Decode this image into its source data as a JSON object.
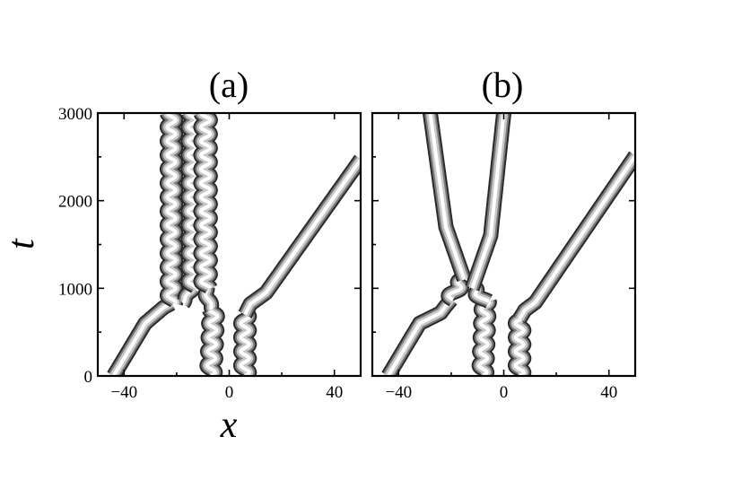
{
  "chart_data": [
    {
      "type": "line",
      "panel_label": "(a)",
      "xlabel": "x",
      "ylabel": "t",
      "xlim": [
        -50,
        50
      ],
      "ylim": [
        0,
        3000
      ],
      "x_ticks": [
        -40,
        0,
        40
      ],
      "x_tick_labels": [
        "−40",
        "0",
        "40"
      ],
      "y_ticks": [
        0,
        1000,
        2000,
        3000
      ],
      "y_tick_labels": [
        "0",
        "1000",
        "2000",
        "3000"
      ],
      "grid": false,
      "series": [
        {
          "x": [
            -44,
            -32,
            -25,
            -22
          ],
          "t": [
            0,
            600,
            780,
            830
          ],
          "amplitude": 0,
          "period": 200
        },
        {
          "x": [
            -22,
            -22
          ],
          "t": [
            830,
            3000
          ],
          "amplitude": 1.6,
          "period": 160
        },
        {
          "x": [
            -18,
            -14
          ],
          "t": [
            830,
            1000
          ],
          "amplitude": 0.5,
          "period": 160
        },
        {
          "x": [
            -14,
            -14
          ],
          "t": [
            1000,
            3000
          ],
          "amplitude": 1.6,
          "period": 160
        },
        {
          "x": [
            -7,
            -6
          ],
          "t": [
            0,
            760
          ],
          "amplitude": 1.6,
          "period": 160
        },
        {
          "x": [
            -6,
            -8,
            -9
          ],
          "t": [
            760,
            860,
            1000
          ],
          "amplitude": 0.6,
          "period": 160
        },
        {
          "x": [
            -9,
            -9
          ],
          "t": [
            1000,
            3000
          ],
          "amplitude": 1.8,
          "period": 160
        },
        {
          "x": [
            6,
            6
          ],
          "t": [
            0,
            700
          ],
          "amplitude": 1.6,
          "period": 160
        },
        {
          "x": [
            6,
            8,
            14,
            50
          ],
          "t": [
            700,
            820,
            950,
            2470
          ],
          "amplitude": 0,
          "period": 200
        }
      ]
    },
    {
      "type": "line",
      "panel_label": "(b)",
      "xlabel": "",
      "ylabel": "",
      "xlim": [
        -50,
        50
      ],
      "ylim": [
        0,
        3000
      ],
      "x_ticks": [
        -40,
        0,
        40
      ],
      "x_tick_labels": [
        "−40",
        "0",
        "40"
      ],
      "y_ticks": [
        0,
        1000,
        2000,
        3000
      ],
      "y_tick_labels": [],
      "grid": false,
      "series": [
        {
          "x": [
            -44,
            -32,
            -24,
            -22,
            -20
          ],
          "t": [
            0,
            600,
            720,
            800,
            870
          ],
          "amplitude": 0,
          "period": 200
        },
        {
          "x": [
            -20,
            -18,
            -15
          ],
          "t": [
            870,
            1000,
            1100
          ],
          "amplitude": 1.8,
          "period": 160
        },
        {
          "x": [
            -15,
            -22,
            -28
          ],
          "t": [
            1100,
            1700,
            3000
          ],
          "amplitude": 0,
          "period": 200
        },
        {
          "x": [
            -8,
            -7
          ],
          "t": [
            0,
            850
          ],
          "amplitude": 1.5,
          "period": 160
        },
        {
          "x": [
            -7,
            -10,
            -12
          ],
          "t": [
            850,
            950,
            1000
          ],
          "amplitude": 1.5,
          "period": 160
        },
        {
          "x": [
            -12,
            -5,
            0
          ],
          "t": [
            1000,
            1600,
            3000
          ],
          "amplitude": 0,
          "period": 200
        },
        {
          "x": [
            6,
            6
          ],
          "t": [
            0,
            650
          ],
          "amplitude": 1.6,
          "period": 160
        },
        {
          "x": [
            6,
            8,
            12,
            50
          ],
          "t": [
            650,
            750,
            840,
            2510
          ],
          "amplitude": 0,
          "period": 200
        }
      ]
    }
  ]
}
